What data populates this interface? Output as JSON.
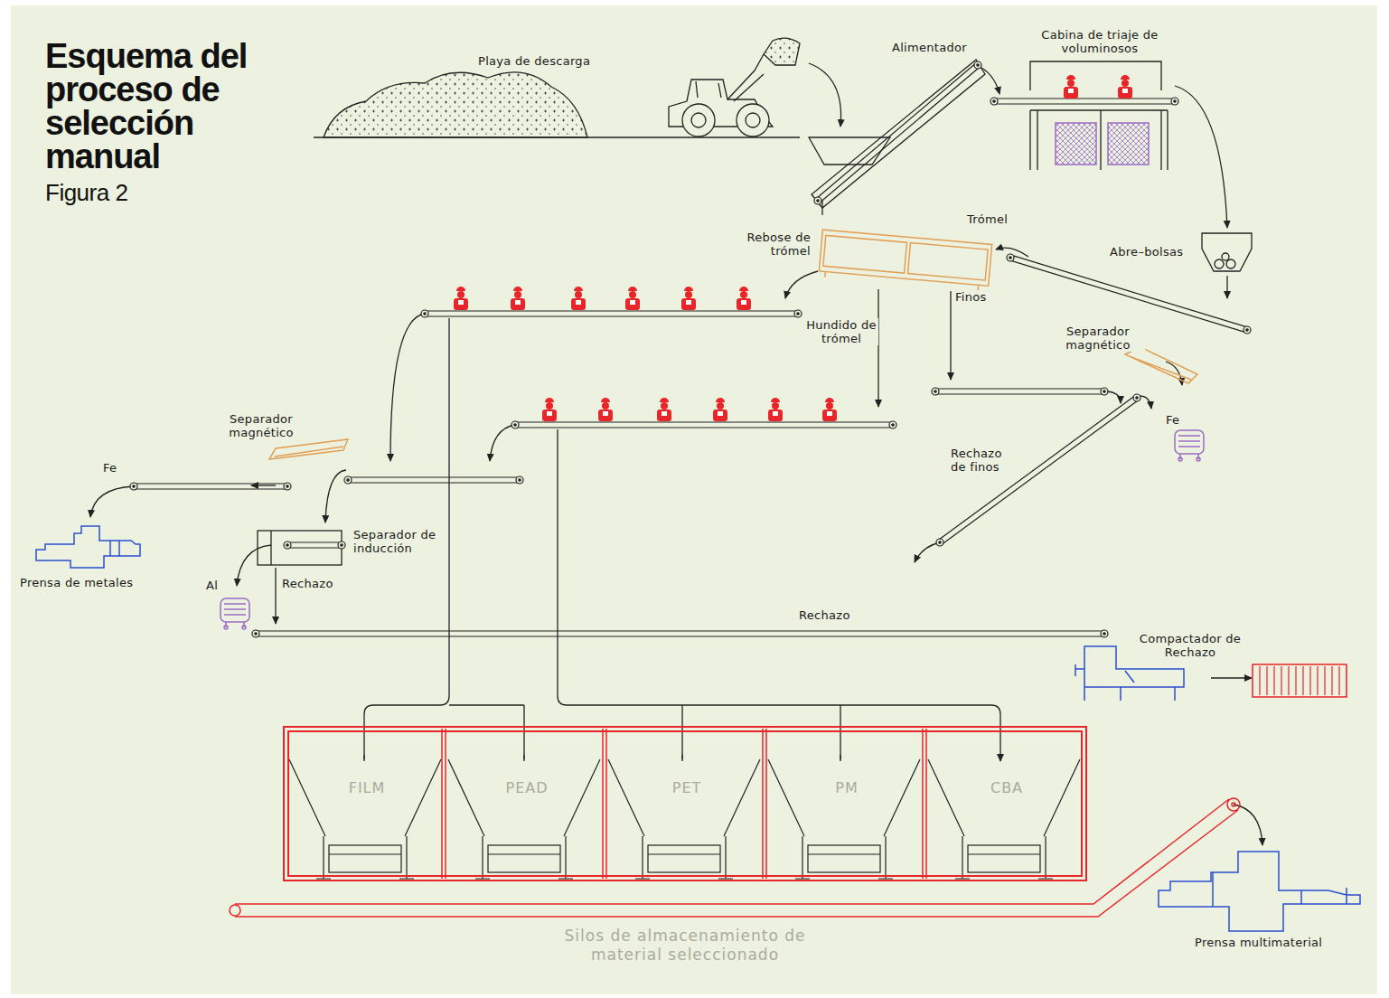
{
  "diagram": {
    "title": "Esquema del proceso de selección manual",
    "caption": "Figura 2",
    "nodes": [
      {
        "text": [
          "Silos de almacenamiento de material seleccionado"
        ]
      },
      {
        "text": [
          "FILM"
        ],
        "in": 0
      },
      {
        "text": [
          "PEAD"
        ],
        "in": 0
      },
      {
        "text": [
          "PET"
        ],
        "in": 0
      },
      {
        "text": [
          "PM"
        ],
        "in": 0
      },
      {
        "text": [
          "CBA"
        ],
        "in": 0
      }
    ],
    "labels": [
      "Playa de descarga",
      "Alimentador",
      "Cabina de triaje de voluminosos",
      "Trómel",
      "Rebose de trómel",
      "Abre–bolsas",
      "Finos",
      "Hundido de trómel",
      "Separador magnético",
      "Fe",
      "Rechazo de finos",
      "Separador magnético",
      "Fe",
      "Separador de inducción",
      "Prensa de metales",
      "Al",
      "Rechazo",
      "Rechazo",
      "Compactador de Rechazo",
      "Prensa multimaterial"
    ]
  }
}
